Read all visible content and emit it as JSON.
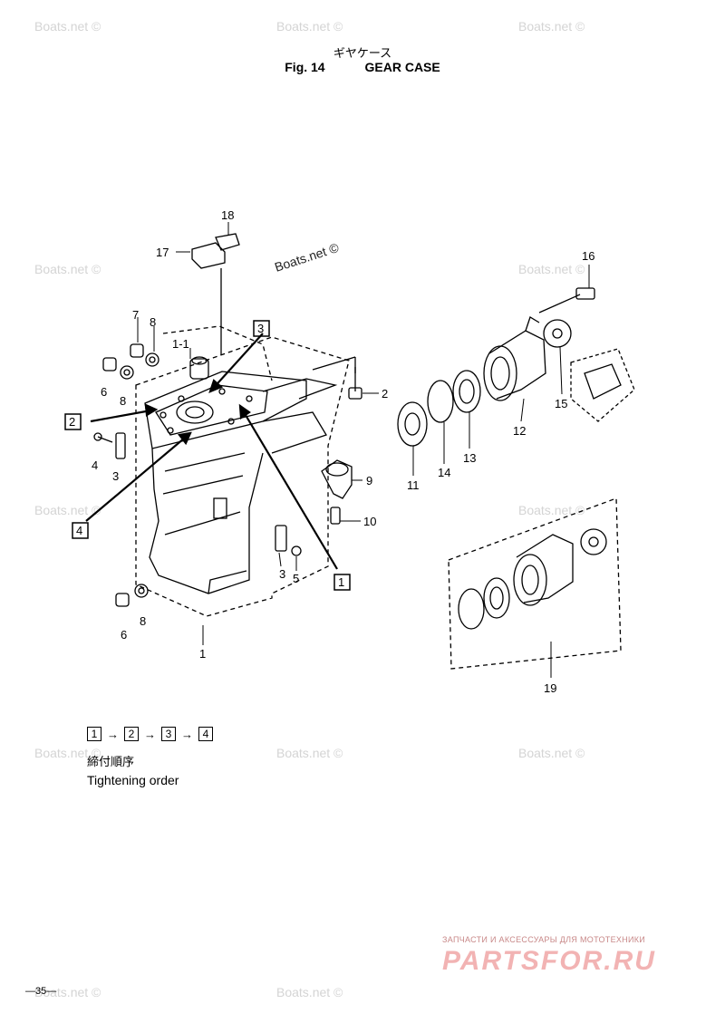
{
  "header": {
    "title_jp": "ギヤケース",
    "fig_no": "Fig. 14",
    "title_en": "GEAR CASE"
  },
  "callouts": {
    "c1": "1",
    "c1_1": "1-1",
    "c2": "2",
    "c3a": "3",
    "c3b": "3",
    "c4": "4",
    "c5": "5",
    "c6a": "6",
    "c6b": "6",
    "c7": "7",
    "c8a": "8",
    "c8b": "8",
    "c8c": "8",
    "c9": "9",
    "c10": "10",
    "c11": "11",
    "c12": "12",
    "c13": "13",
    "c14": "14",
    "c15": "15",
    "c16": "16",
    "c17": "17",
    "c18": "18",
    "c19": "19"
  },
  "order_boxes": {
    "b1": "1",
    "b2": "2",
    "b3": "3",
    "b4": "4"
  },
  "legend": {
    "steps": [
      "1",
      "2",
      "3",
      "4"
    ],
    "arrow": "→",
    "caption_jp": "締付順序",
    "caption_en": "Tightening order"
  },
  "watermarks": {
    "text": "Boats.net ©"
  },
  "page": {
    "number": "—35—"
  },
  "brand": {
    "subtitle": "ЗАПЧАСТИ И АКСЕССУАРЫ ДЛЯ МОТОТЕХНИКИ",
    "name": "PARTSFOR.RU",
    "color": "#f2b3b3"
  }
}
